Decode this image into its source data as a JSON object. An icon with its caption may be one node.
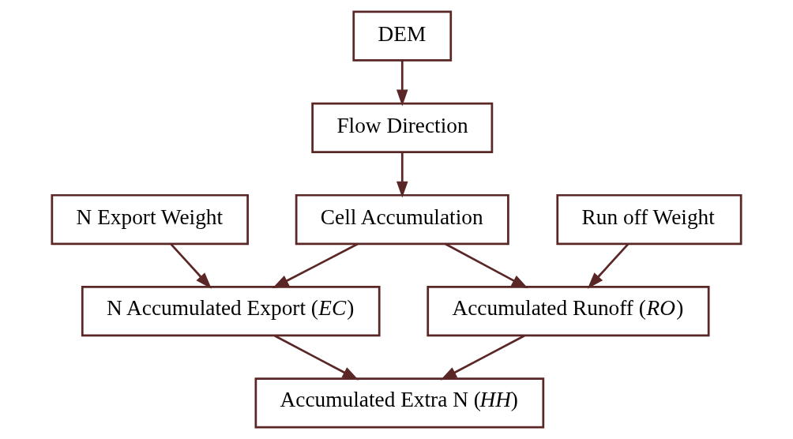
{
  "diagram": {
    "nodes": [
      {
        "text": [
          "DEM"
        ]
      },
      {
        "text": [
          "Flow Direction"
        ]
      },
      {
        "text": [
          "N Export Weight"
        ]
      },
      {
        "text": [
          "Cell Accumulation"
        ]
      },
      {
        "text": [
          "Run off Weight"
        ]
      },
      {
        "text": [
          "N Accumulated Export (*EC*)"
        ]
      },
      {
        "text": [
          "Accumulated Runoff (*RO*)"
        ]
      },
      {
        "text": [
          "Accumulated Extra N (*HH*)"
        ]
      }
    ],
    "edges": [
      {
        "from": 0,
        "to": 1,
        "arrow": "to"
      },
      {
        "from": 1,
        "to": 3,
        "arrow": "to"
      },
      {
        "from": 2,
        "to": 5,
        "arrow": "to"
      },
      {
        "from": 3,
        "to": 5,
        "arrow": "to"
      },
      {
        "from": 3,
        "to": 6,
        "arrow": "to"
      },
      {
        "from": 4,
        "to": 6,
        "arrow": "to"
      },
      {
        "from": 5,
        "to": 7,
        "arrow": "to"
      },
      {
        "from": 6,
        "to": 7,
        "arrow": "to"
      }
    ]
  }
}
